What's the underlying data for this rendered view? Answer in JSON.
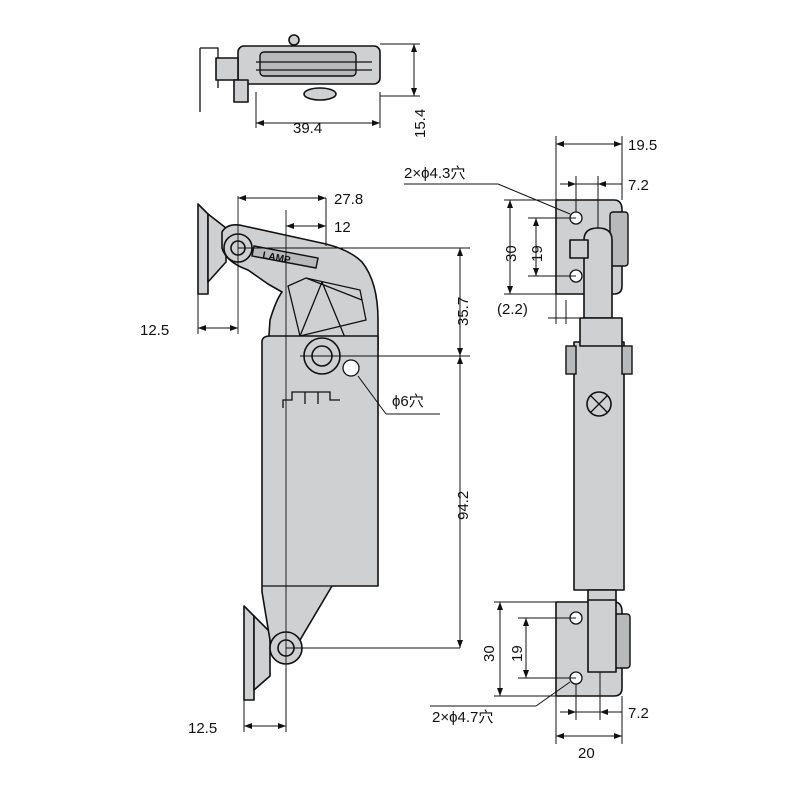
{
  "dimensions": {
    "top_height": "15.4",
    "top_width": "39.4",
    "overall_reach": "27.8",
    "pivot_offset": "12",
    "left_offset_top": "12.5",
    "left_offset_bottom": "12.5",
    "upper_height": "35.7",
    "lower_height": "94.2",
    "side_overall_width": "19.5",
    "side_mount_width_top": "7.2",
    "side_mount_width_bottom": "7.2",
    "top_bracket_height": "30",
    "top_hole_pitch": "19",
    "top_gap": "(2.2)",
    "bottom_bracket_height": "30",
    "bottom_hole_pitch": "19",
    "bottom_width": "20"
  },
  "callouts": {
    "top_holes": "2×ϕ4.3穴",
    "hole_6": "ϕ6穴",
    "bottom_holes": "2×ϕ4.7穴"
  },
  "brand": "LAMP"
}
